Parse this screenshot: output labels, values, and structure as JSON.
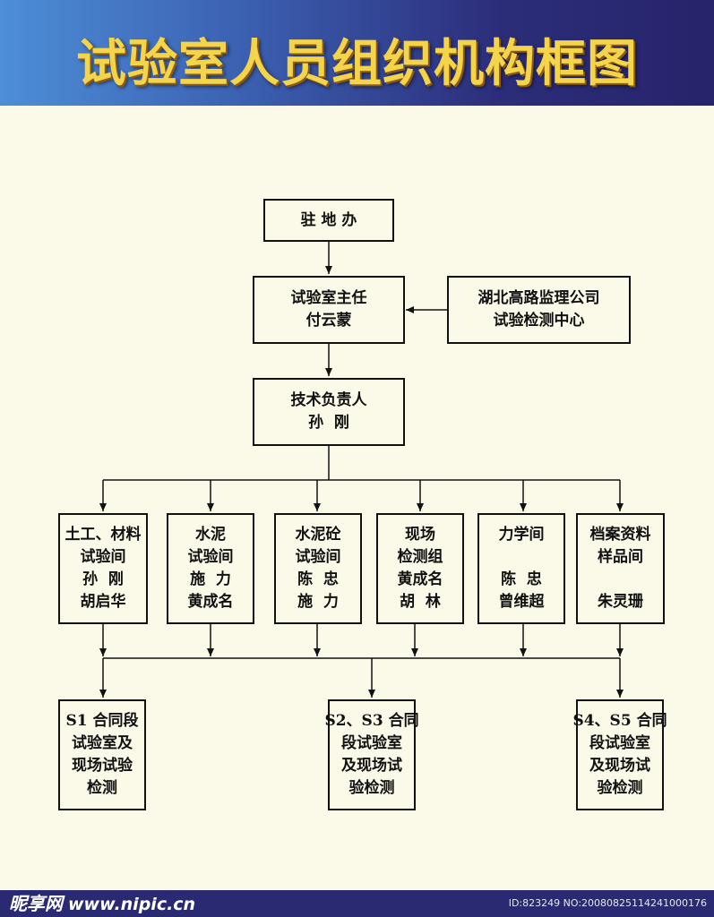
{
  "title": "试验室人员组织机构框图",
  "colors": {
    "header_left": "#4d8ed8",
    "header_right": "#26246a",
    "title": "#f3d44a",
    "background": "#fbf9e8",
    "footer": "#2a2a72"
  },
  "nodes": {
    "office": {
      "lines": [
        "驻 地 办"
      ]
    },
    "director": {
      "lines": [
        "试验室主任",
        "付云蒙"
      ]
    },
    "supervisor": {
      "lines": [
        "湖北高路监理公司",
        "试验检测中心"
      ]
    },
    "technical": {
      "lines": [
        "技术负责人",
        "孙  刚"
      ]
    },
    "soil_lab": {
      "lines": [
        "土工、材料",
        "试验间",
        "孙  刚",
        "胡启华"
      ]
    },
    "cement_lab": {
      "lines": [
        "水泥",
        "试验间",
        "施  力",
        "黄成名"
      ]
    },
    "concrete_lab": {
      "lines": [
        "水泥砼",
        "试验间",
        "陈  忠",
        "施  力"
      ]
    },
    "field_group": {
      "lines": [
        "现场",
        "检测组",
        "黄成名",
        "胡  林"
      ]
    },
    "mechanics_lab": {
      "lines": [
        "力学间",
        "",
        "陈  忠",
        "曾维超"
      ]
    },
    "archive_room": {
      "lines": [
        "档案资料",
        "样品间",
        "",
        "朱灵珊"
      ]
    },
    "s1": {
      "lines": [
        "S1 合同段",
        "试验室及",
        "现场试验",
        "检测"
      ]
    },
    "s2s3": {
      "lines": [
        "S2、S3 合同",
        "段试验室",
        "及现场试",
        "验检测"
      ]
    },
    "s4s5": {
      "lines": [
        "S4、S5 合同",
        "段试验室",
        "及现场试",
        "验检测"
      ]
    }
  },
  "footer": {
    "logo": "昵享网",
    "url": "www.nipic.cn",
    "image_id": "ID:823249 NO:20080825114241000176"
  }
}
